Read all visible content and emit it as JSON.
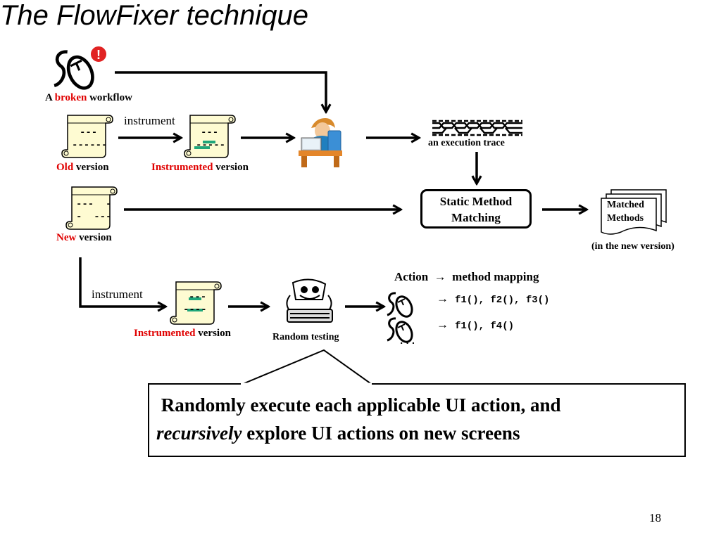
{
  "slide": {
    "title": "The FlowFixer technique",
    "page_number": "18"
  },
  "workflow": {
    "prefix": "A",
    "highlight": "broken",
    "suffix": "workflow",
    "alert_icon": "exclamation-badge-icon"
  },
  "old_doc": {
    "line1": "---",
    "line2": "------",
    "label_highlight": "Old",
    "label_rest": "version"
  },
  "instrument_top": {
    "label": "instrument"
  },
  "instr_doc_top": {
    "line1": "---",
    "line2": "-----",
    "label_highlight": "Instrumented",
    "label_rest": "version"
  },
  "developer": {
    "icon": "developer-at-computer-icon"
  },
  "trace": {
    "label": "an execution trace"
  },
  "new_doc": {
    "line1": "---  -",
    "line2": "-  ---",
    "label_highlight": "New",
    "label_rest": "version"
  },
  "static_matching": {
    "line1": "Static Method",
    "line2": "Matching"
  },
  "matched": {
    "line1": "Matched",
    "line2": "Methods",
    "caption": "(in the new version)"
  },
  "instrument_bottom": {
    "label": "instrument"
  },
  "instr_doc_bottom": {
    "line1": "---",
    "line2": "----",
    "label_highlight": "Instrumented",
    "label_rest": "version"
  },
  "random_testing": {
    "label": "Random testing",
    "icon": "monkey-at-keyboard-icon"
  },
  "mapping": {
    "header_left": "Action",
    "header_right": "method mapping",
    "rows": [
      {
        "arrow": "→",
        "methods": "f1(), f2(), f3()"
      },
      {
        "arrow": "→",
        "methods": "f1(), f4()"
      }
    ],
    "ellipsis": "..."
  },
  "callout": {
    "line1": "Randomly execute each applicable UI action, and",
    "line2_italic": "recursively",
    "line2_rest": " explore UI actions on new screens"
  },
  "colors": {
    "highlight_red": "#e00000",
    "scroll_fill": "#fefbd2",
    "accent_green": "#1fa67a"
  }
}
